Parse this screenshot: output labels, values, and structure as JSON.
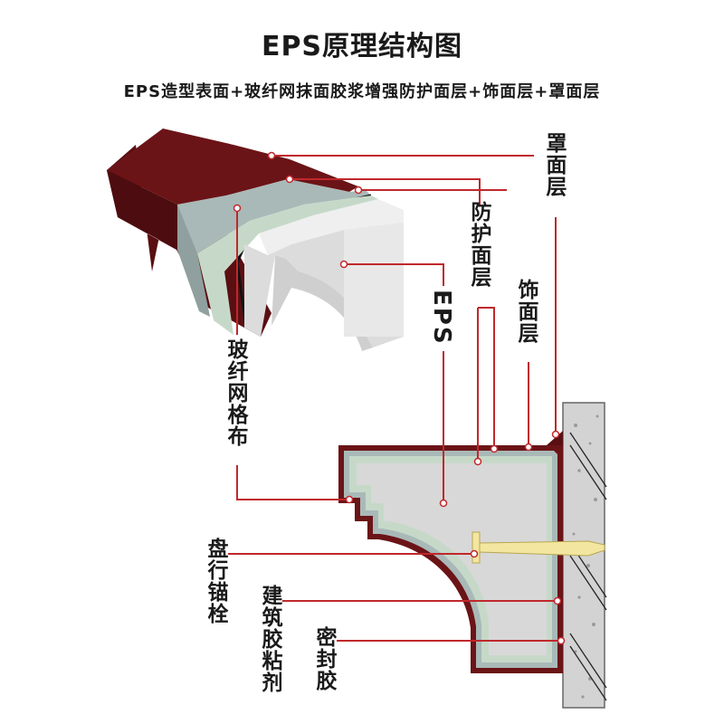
{
  "title": "EPS原理结构图",
  "subtitle": "EPS造型表面+玻纤网抹面胶浆增强防护面层+饰面层+罩面层",
  "labels": {
    "cover": "罩面层",
    "protect": "防护面层",
    "finish": "饰面层",
    "eps": "EPS",
    "mesh": "玻纤网格布",
    "anchor": "盘行锚栓",
    "adhesive": "建筑胶粘剂",
    "sealant": "密封胶"
  },
  "colors": {
    "cover_layer": "#6b1417",
    "protective_layer": "#a9b9b8",
    "finish_layer": "#c6d9c9",
    "eps_core": "#d8d8d8",
    "leader_line": "#c0282c",
    "anchor": "#f3e6a0",
    "wall": "#d3d3d3"
  }
}
